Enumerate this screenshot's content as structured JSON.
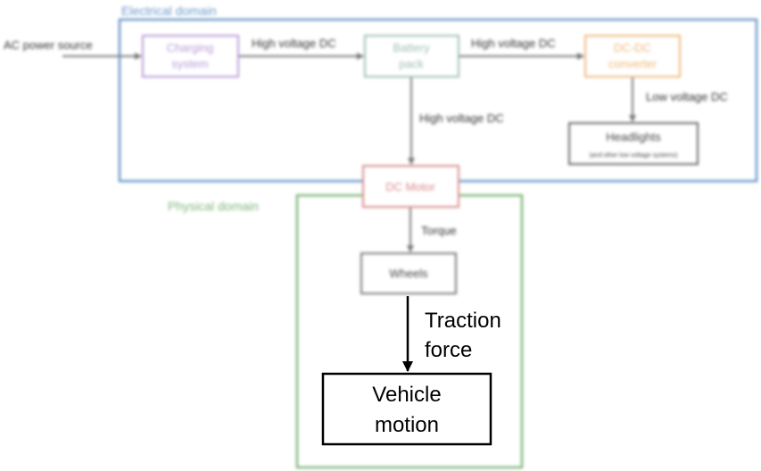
{
  "domains": {
    "electrical": {
      "label": "Electrical domain",
      "color": "#6b98c9"
    },
    "physical": {
      "label": "Physical domain",
      "color": "#7fb77a"
    }
  },
  "inputs": {
    "ac_source": "AC power source"
  },
  "nodes": {
    "charging": {
      "line1": "Charging",
      "line2": "system",
      "color": "#b79bd6"
    },
    "battery": {
      "line1": "Battery",
      "line2": "pack",
      "color": "#9fbdb4"
    },
    "dcdc": {
      "line1": "DC-DC",
      "line2": "converter",
      "color": "#f0b87a"
    },
    "headlights": {
      "line1": "Headlights",
      "line2": "(and other low voltage systems)",
      "color": "#666666"
    },
    "motor": {
      "line1": "DC Motor",
      "color": "#d98b8b"
    },
    "wheels": {
      "line1": "Wheels",
      "color": "#777777"
    },
    "vehicle": {
      "line1": "Vehicle",
      "line2": "motion",
      "color": "#000000"
    }
  },
  "edges": {
    "charging_battery": "High voltage DC",
    "battery_dcdc": "High voltage DC",
    "battery_motor": "High voltage DC",
    "dcdc_headlights": "Low voltage DC",
    "motor_wheels": "Torque",
    "wheels_vehicle_line1": "Traction",
    "wheels_vehicle_line2": "force"
  }
}
